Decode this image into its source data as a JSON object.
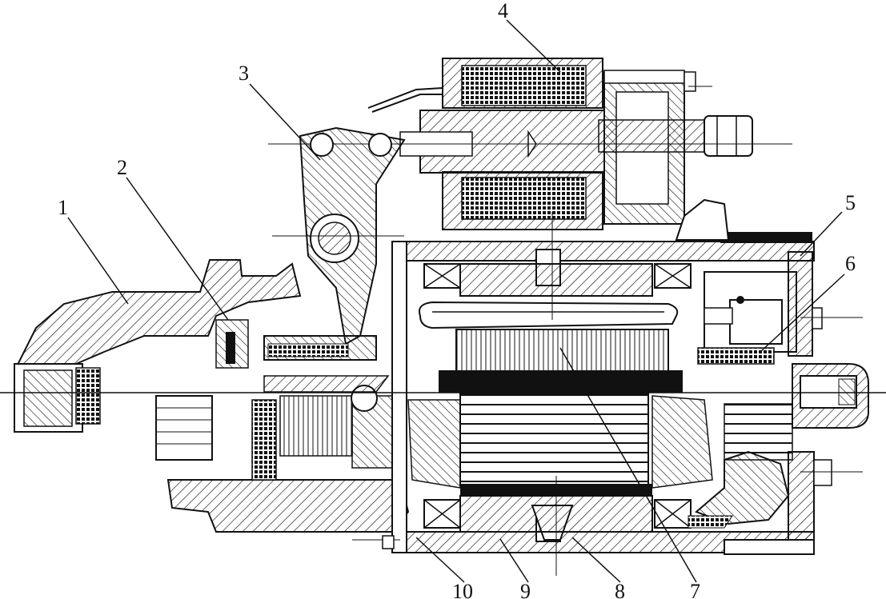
{
  "labels": {
    "l1": "1",
    "l2": "2",
    "l3": "3",
    "l4": "4",
    "l5": "5",
    "l6": "6",
    "l7": "7",
    "l8": "8",
    "l9": "9",
    "l10": "10"
  },
  "colors": {
    "ink": "#111111",
    "paper": "#ffffff"
  }
}
